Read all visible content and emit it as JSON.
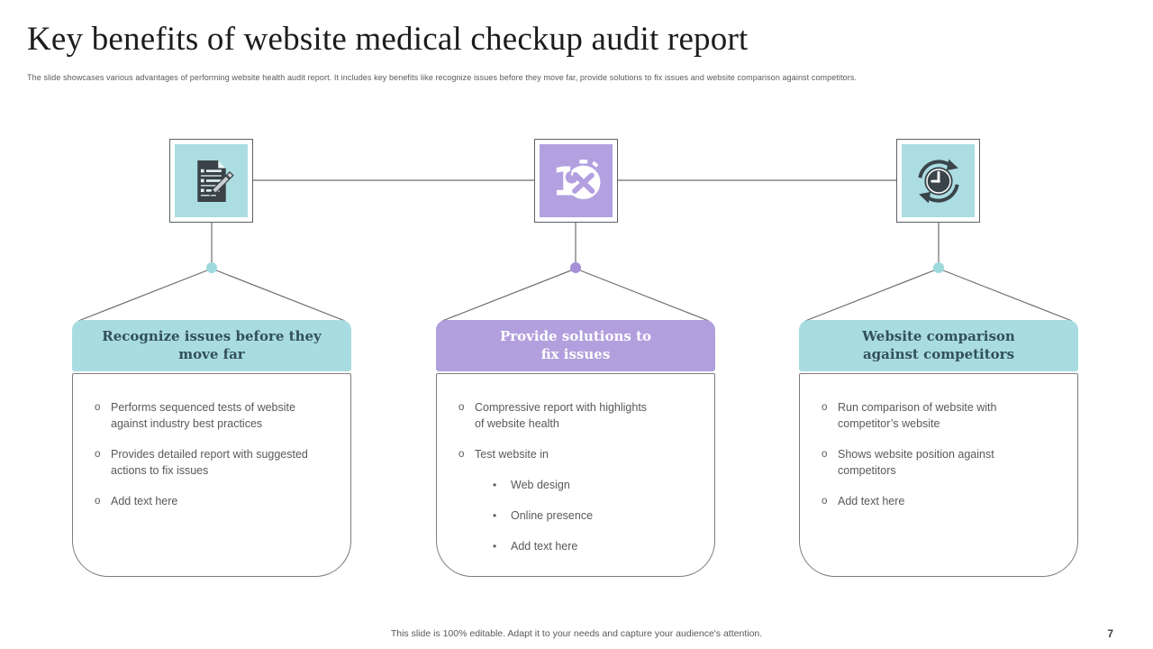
{
  "slide": {
    "title": "Key benefits of website medical checkup audit report",
    "subtitle": "The slide showcases various advantages of performing website health audit report. It includes key benefits like recognize issues before they move far, provide solutions to fix issues and website comparison against competitors.",
    "footer": "This slide is 100% editable. Adapt it to your needs and capture your audience's attention.",
    "page_number": "7"
  },
  "colors": {
    "teal": "#a9dce1",
    "teal_icon_bg": "#abdde2",
    "purple": "#b1a0dd",
    "purple_icon_bg": "#b2a0e0",
    "dark_icon": "#3a4147",
    "header_text_dark": "#32505c",
    "header_text_light": "#ffffff",
    "body_text": "#595959",
    "connector_line": "#6e6e6e",
    "dot_teal": "#9ed9de",
    "dot_purple": "#a78fd8"
  },
  "columns": [
    {
      "icon": "document-pen-icon",
      "header_line1": "Recognize issues before they",
      "header_line2": "move far",
      "bullet_marker": "o",
      "bullets": [
        {
          "text": "Performs sequenced tests of website against industry best practices"
        },
        {
          "text": "Provides detailed report with suggested actions to fix issues"
        },
        {
          "text": "Add text here"
        }
      ]
    },
    {
      "icon": "stopwatch-tools-icon",
      "header_line1": "Provide solutions to",
      "header_line2": "fix issues",
      "bullet_marker": "o",
      "sub_bullet_marker": "•",
      "bullets": [
        {
          "text": "Compressive report with highlights of website health"
        },
        {
          "text": "Test website in"
        }
      ],
      "sub_bullets": [
        {
          "text": "Web design"
        },
        {
          "text": "Online presence"
        },
        {
          "text": "Add text here"
        }
      ]
    },
    {
      "icon": "clock-refresh-icon",
      "header_line1": "Website comparison",
      "header_line2": "against competitors",
      "bullet_marker": "o",
      "bullets": [
        {
          "text": "Run comparison of website with competitor’s website"
        },
        {
          "text": "Shows website position against competitors"
        },
        {
          "text": "Add text here"
        }
      ]
    }
  ]
}
